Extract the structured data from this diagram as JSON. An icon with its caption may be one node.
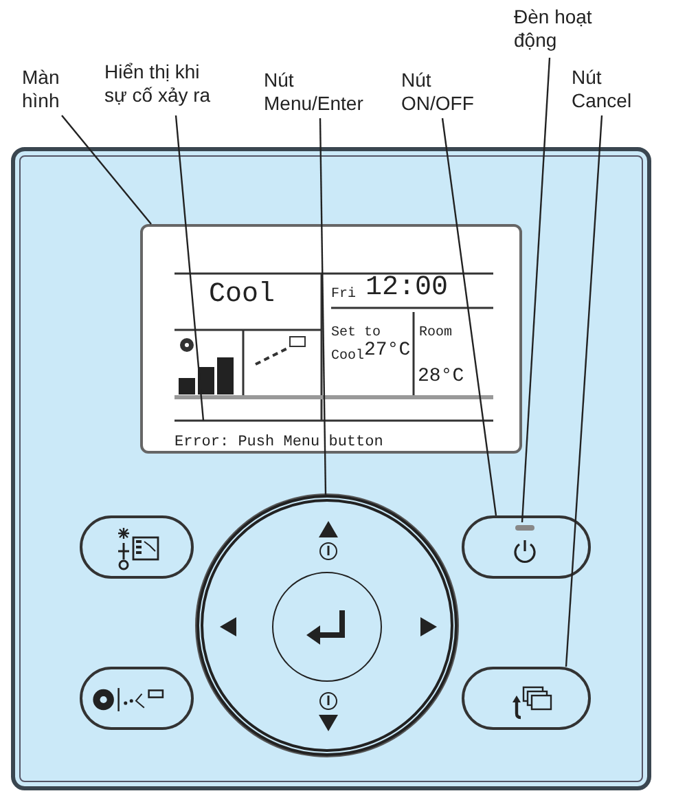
{
  "diagram": {
    "nodes": [
      {
        "text": [
          "Màn hình"
        ]
      },
      {
        "text": [
          "Hiển thị khi sự cố xảy ra"
        ]
      },
      {
        "text": [
          "Nút Menu/Enter"
        ]
      },
      {
        "text": [
          "Nút ON/OFF"
        ]
      },
      {
        "text": [
          "Đèn hoạt động"
        ]
      },
      {
        "text": [
          "Nút Cancel"
        ]
      },
      {
        "text": [
          "Cool",
          "Fri",
          "12:00",
          "Set to",
          "Cool",
          "27°C",
          "Room",
          "28°C"
        ]
      },
      {
        "text": [
          "Error: Push Menu button"
        ],
        "in": 6
      },
      {
        "text": [],
        "shape": "circle"
      },
      {
        "text": [],
        "shape": "box"
      },
      {
        "text": [],
        "shape": "bar",
        "in": 9
      },
      {
        "text": [],
        "shape": "box"
      },
      {
        "text": [],
        "shape": "box"
      },
      {
        "text": [],
        "shape": "box"
      }
    ],
    "edges": [
      {
        "from": 0,
        "to": 6,
        "arrow": "none"
      },
      {
        "from": 1,
        "to": 7,
        "arrow": "none"
      },
      {
        "from": 2,
        "to": 8,
        "arrow": "none"
      },
      {
        "from": 3,
        "to": 9,
        "arrow": "none"
      },
      {
        "from": 4,
        "to": 10,
        "arrow": "none"
      },
      {
        "from": 5,
        "to": 11,
        "arrow": "none"
      }
    ]
  }
}
